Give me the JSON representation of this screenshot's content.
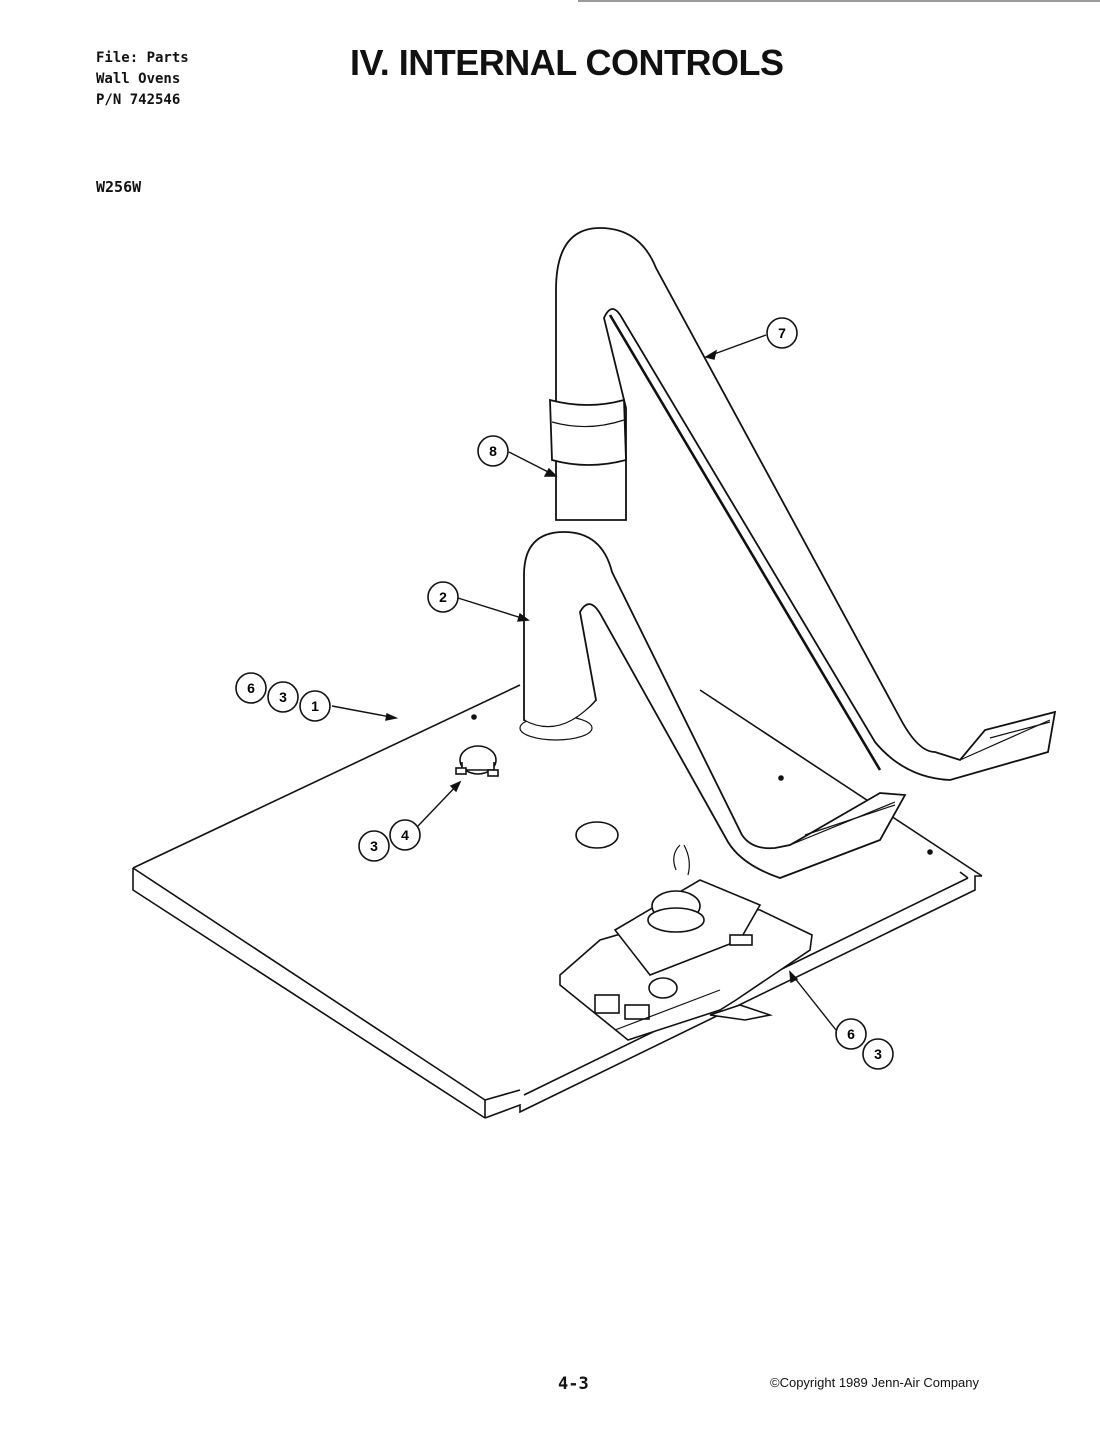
{
  "header": {
    "file_line": "File: Parts",
    "product_line": "Wall Ovens",
    "pn_line": "P/N 742546",
    "title": "IV. INTERNAL CONTROLS",
    "model": "W256W"
  },
  "callouts": {
    "c7": "7",
    "c8": "8",
    "c2": "2",
    "c6a": "6",
    "c3a": "3",
    "c1": "1",
    "c3b": "3",
    "c4": "4",
    "c6b": "6",
    "c3c": "3"
  },
  "footer": {
    "page": "4-3",
    "copyright": "©Copyright 1989 Jenn-Air Company"
  }
}
